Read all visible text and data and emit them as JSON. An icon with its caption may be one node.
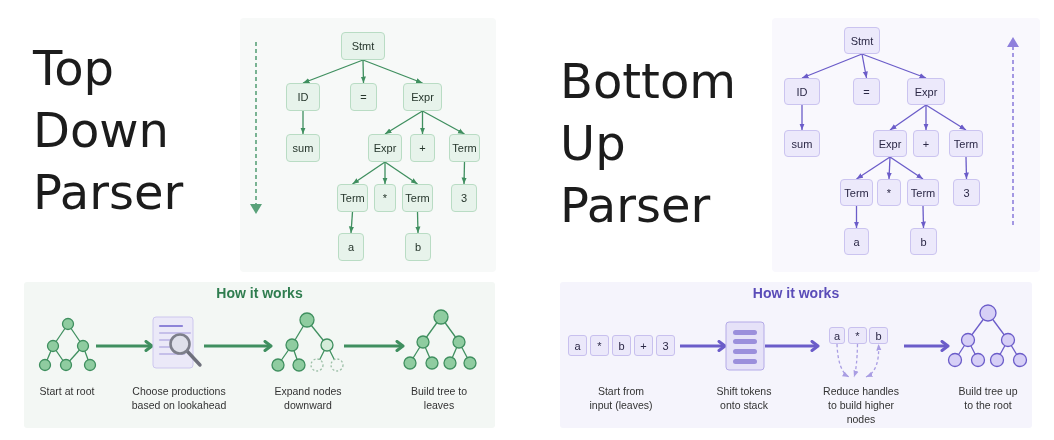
{
  "diagram": {
    "nodes": [
      {
        "text": [
          "Stmt"
        ]
      },
      {
        "text": [
          "ID"
        ]
      },
      {
        "text": [
          "="
        ]
      },
      {
        "text": [
          "Expr"
        ]
      },
      {
        "text": [
          "sum"
        ]
      },
      {
        "text": [
          "Expr"
        ]
      },
      {
        "text": [
          "+"
        ]
      },
      {
        "text": [
          "Term"
        ]
      },
      {
        "text": [
          "Term"
        ]
      },
      {
        "text": [
          "*"
        ]
      },
      {
        "text": [
          "Term"
        ]
      },
      {
        "text": [
          "3"
        ]
      },
      {
        "text": [
          "a"
        ]
      },
      {
        "text": [
          "b"
        ]
      },
      {
        "text": [
          "Stmt"
        ]
      },
      {
        "text": [
          "ID"
        ]
      },
      {
        "text": [
          "="
        ]
      },
      {
        "text": [
          "Expr"
        ]
      },
      {
        "text": [
          "sum"
        ]
      },
      {
        "text": [
          "Expr"
        ]
      },
      {
        "text": [
          "+"
        ]
      },
      {
        "text": [
          "Term"
        ]
      },
      {
        "text": [
          "Term"
        ]
      },
      {
        "text": [
          "*"
        ]
      },
      {
        "text": [
          "Term"
        ]
      },
      {
        "text": [
          "3"
        ]
      },
      {
        "text": [
          "a"
        ]
      },
      {
        "text": [
          "b"
        ]
      },
      {
        "text": [
          "How it works"
        ]
      },
      {
        "text": [],
        "shape": "picture",
        "beside": [
          "Start at root"
        ],
        "in": 28
      },
      {
        "text": [],
        "shape": "picture",
        "beside": [
          "Choose productions based on lookahead"
        ],
        "in": 28
      },
      {
        "text": [],
        "shape": "picture",
        "beside": [
          "Expand nodes downward"
        ],
        "in": 28
      },
      {
        "text": [],
        "shape": "picture",
        "beside": [
          "Build tree to leaves"
        ],
        "in": 28
      },
      {
        "text": [
          "How it works"
        ]
      },
      {
        "text": [
          "Start from input (leaves)"
        ],
        "in": 33
      },
      {
        "text": [
          "a"
        ],
        "in": 34
      },
      {
        "text": [
          "*"
        ],
        "in": 34
      },
      {
        "text": [
          "b"
        ],
        "in": 34
      },
      {
        "text": [
          "+"
        ],
        "in": 34
      },
      {
        "text": [
          "3"
        ],
        "in": 34
      },
      {
        "text": [],
        "shape": "picture",
        "beside": [
          "Shift tokens onto stack"
        ],
        "in": 33
      },
      {
        "text": [
          "Reduce handles to build higher nodes"
        ],
        "in": 33
      },
      {
        "text": [
          "a"
        ],
        "in": 41
      },
      {
        "text": [
          "*"
        ],
        "in": 41
      },
      {
        "text": [
          "b"
        ],
        "in": 41
      },
      {
        "text": [],
        "shape": "picture",
        "beside": [
          "Build tree up to the root"
        ],
        "in": 33
      }
    ],
    "edges": [
      {
        "from": 0,
        "to": 1,
        "arrow": "to",
        "color": "#3f8f5f"
      },
      {
        "from": 0,
        "to": 2,
        "arrow": "to",
        "color": "#3f8f5f"
      },
      {
        "from": 0,
        "to": 3,
        "arrow": "to",
        "color": "#3f8f5f"
      },
      {
        "from": 1,
        "to": 4,
        "arrow": "to",
        "color": "#3f8f5f"
      },
      {
        "from": 3,
        "to": 5,
        "arrow": "to",
        "color": "#3f8f5f"
      },
      {
        "from": 3,
        "to": 6,
        "arrow": "to",
        "color": "#3f8f5f"
      },
      {
        "from": 3,
        "to": 7,
        "arrow": "to",
        "color": "#3f8f5f"
      },
      {
        "from": 5,
        "to": 8,
        "arrow": "to",
        "color": "#3f8f5f"
      },
      {
        "from": 5,
        "to": 9,
        "arrow": "to",
        "color": "#3f8f5f"
      },
      {
        "from": 5,
        "to": 10,
        "arrow": "to",
        "color": "#3f8f5f"
      },
      {
        "from": 7,
        "to": 11,
        "arrow": "to",
        "color": "#3f8f5f"
      },
      {
        "from": 8,
        "to": 12,
        "arrow": "to",
        "color": "#3f8f5f"
      },
      {
        "from": 10,
        "to": 13,
        "arrow": "to",
        "color": "#3f8f5f"
      },
      {
        "from": 14,
        "to": 15,
        "arrow": "to",
        "color": "#6b5cc9"
      },
      {
        "from": 14,
        "to": 16,
        "arrow": "to",
        "color": "#6b5cc9"
      },
      {
        "from": 14,
        "to": 17,
        "arrow": "to",
        "color": "#6b5cc9"
      },
      {
        "from": 15,
        "to": 18,
        "arrow": "to",
        "color": "#6b5cc9"
      },
      {
        "from": 17,
        "to": 19,
        "arrow": "to",
        "color": "#6b5cc9"
      },
      {
        "from": 17,
        "to": 20,
        "arrow": "to",
        "color": "#6b5cc9"
      },
      {
        "from": 17,
        "to": 21,
        "arrow": "to",
        "color": "#6b5cc9"
      },
      {
        "from": 19,
        "to": 22,
        "arrow": "to",
        "color": "#6b5cc9"
      },
      {
        "from": 19,
        "to": 23,
        "arrow": "to",
        "color": "#6b5cc9"
      },
      {
        "from": 19,
        "to": 24,
        "arrow": "to",
        "color": "#6b5cc9"
      },
      {
        "from": 21,
        "to": 25,
        "arrow": "to",
        "color": "#6b5cc9"
      },
      {
        "from": 22,
        "to": 26,
        "arrow": "to",
        "color": "#6b5cc9"
      },
      {
        "from": 24,
        "to": 27,
        "arrow": "to",
        "color": "#6b5cc9"
      },
      {
        "from": 29,
        "to": 30,
        "arrow": "to",
        "style": "thick",
        "color": "#3f8f5f"
      },
      {
        "from": 30,
        "to": 31,
        "arrow": "to",
        "style": "thick",
        "color": "#3f8f5f"
      },
      {
        "from": 31,
        "to": 32,
        "arrow": "to",
        "style": "thick",
        "color": "#3f8f5f"
      },
      {
        "from": 34,
        "to": 40,
        "arrow": "to",
        "style": "thick",
        "color": "#6b5cc9"
      },
      {
        "from": 40,
        "to": 41,
        "arrow": "to",
        "style": "thick",
        "color": "#6b5cc9"
      },
      {
        "from": 41,
        "to": 45,
        "arrow": "to",
        "style": "thick",
        "color": "#6b5cc9"
      },
      {
        "from": 42,
        "to": null,
        "arrow": "to",
        "style": "dashed",
        "color": "#a99de3"
      },
      {
        "from": 43,
        "to": null,
        "arrow": "to",
        "style": "dashed",
        "color": "#a99de3"
      },
      {
        "from": null,
        "to": 44,
        "arrow": "both",
        "style": "dashed",
        "color": "#a99de3"
      }
    ],
    "labels": [
      "Top Down Parser",
      "Bottom Up Parser"
    ]
  }
}
